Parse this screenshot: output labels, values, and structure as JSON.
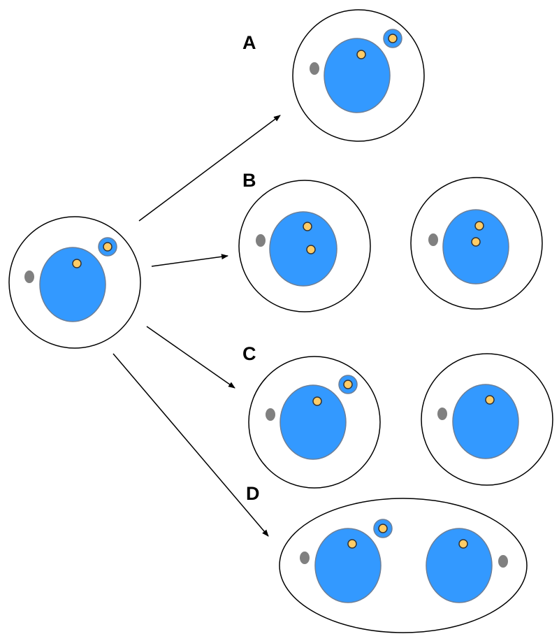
{
  "colors": {
    "background": "#ffffff",
    "outline": "#000000",
    "nucleus_fill": "#3399ff",
    "nucleus_stroke": "#6b7f99",
    "granule_fill": "#ffcc66",
    "granule_stroke": "#333333",
    "body_fill": "#808080"
  },
  "icons": {
    "arrow": "arrow-icon"
  },
  "options": {
    "a": {
      "label": "A"
    },
    "b": {
      "label": "B"
    },
    "c": {
      "label": "C"
    },
    "d": {
      "label": "D"
    }
  }
}
